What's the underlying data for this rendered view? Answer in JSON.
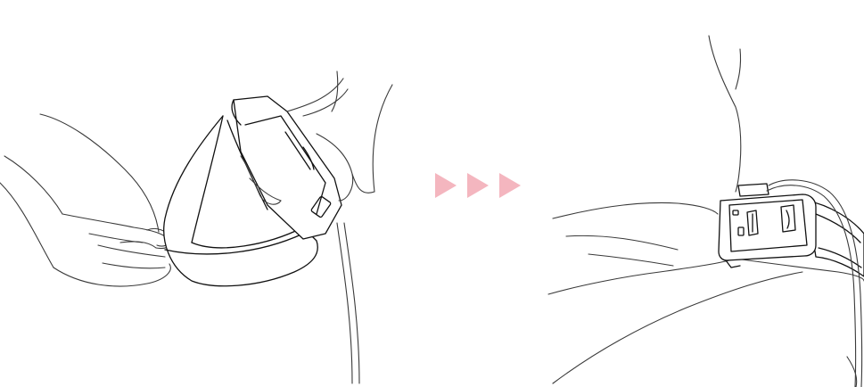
{
  "colors": {
    "line": "#3a3a3a",
    "outline": "#111111",
    "arrow": "#f4b6bf",
    "background": "#ffffff"
  },
  "figure": {
    "steps": [
      {
        "id": "step-1",
        "scene": "hands-wrapping-cuff-around-arm"
      },
      {
        "id": "step-2",
        "scene": "cuff-fastened-on-upper-arm"
      }
    ],
    "transition_icon": "triple-right-arrow-icon",
    "arrow_count": 3
  }
}
